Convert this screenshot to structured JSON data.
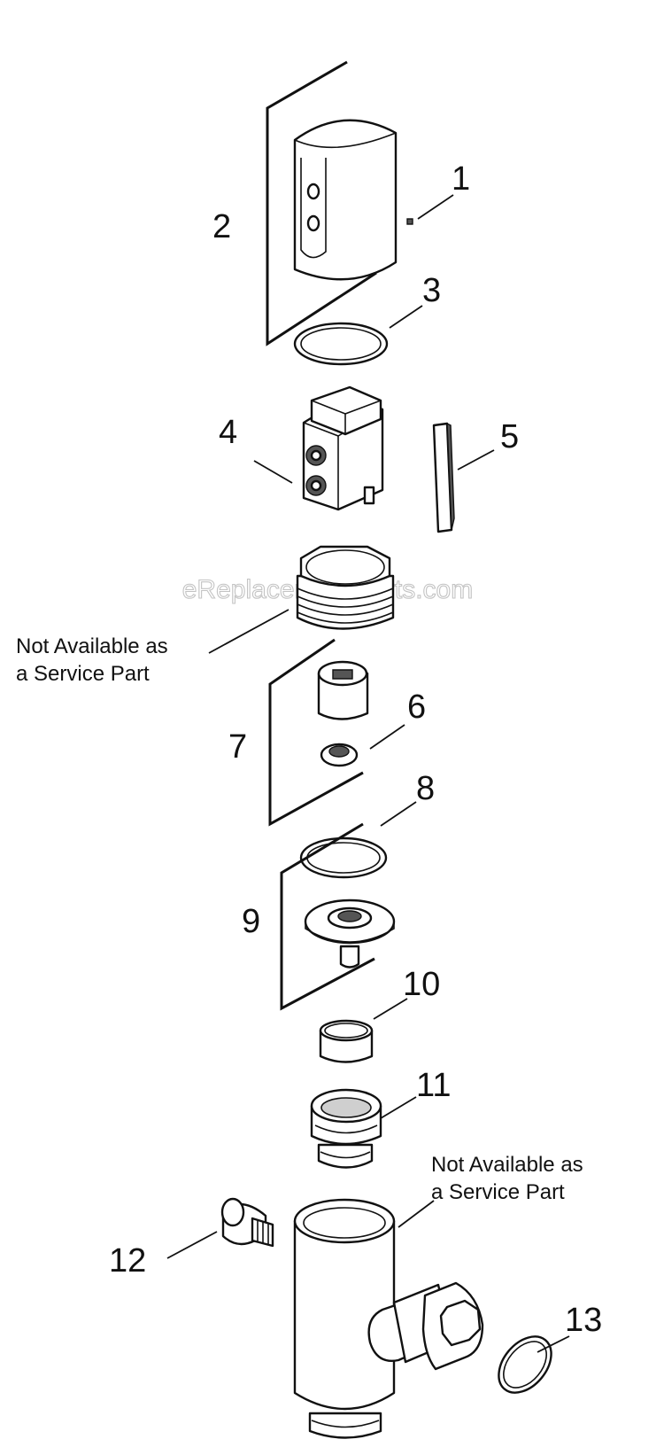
{
  "watermark": "eReplacementParts.com",
  "callouts": {
    "c1": "1",
    "c2": "2",
    "c3": "3",
    "c4": "4",
    "c5": "5",
    "c6": "6",
    "c7": "7",
    "c8": "8",
    "c9": "9",
    "c10": "10",
    "c11": "11",
    "c12": "12",
    "c13": "13"
  },
  "notes": {
    "upper_line1": "Not Available as",
    "upper_line2": "a Service Part",
    "lower_line1": "Not Available as",
    "lower_line2": "a Service Part"
  }
}
